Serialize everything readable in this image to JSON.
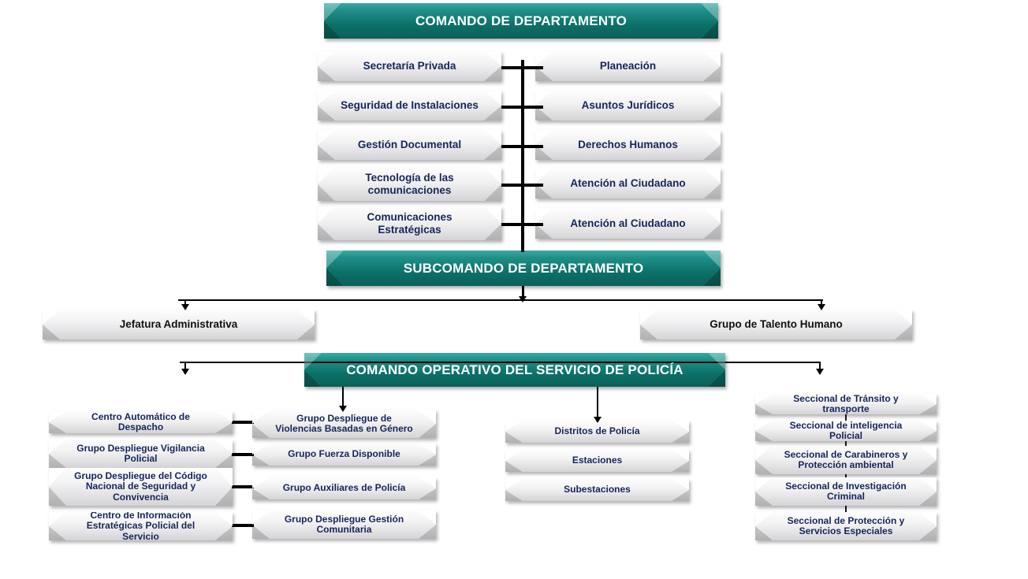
{
  "title": "Organigrama - Comando de Departamento",
  "palette": {
    "primary_teal": "#0c7068",
    "teal_light": "#3aa9a2",
    "box_text_navy": "#17255a",
    "box_text_black": "#111111",
    "connector": "#000000",
    "background": "#ffffff"
  },
  "top": {
    "command": "COMANDO DE DEPARTAMENTO",
    "subcommand": "SUBCOMANDO DE DEPARTAMENTO",
    "operative": "COMANDO OPERATIVO DEL SERVICIO DE POLICÍA"
  },
  "staff": {
    "left": [
      "Secretaría Privada",
      "Seguridad de Instalaciones",
      "Gestión Documental",
      "Tecnología de las comunicaciones",
      "Comunicaciones Estratégicas"
    ],
    "right": [
      "Planeación",
      "Asuntos Jurídicos",
      "Derechos Humanos",
      "Atención al Ciudadano",
      "Atención al Ciudadano"
    ]
  },
  "subcommand_units": [
    "Jefatura Administrativa",
    "Grupo de Talento Humano"
  ],
  "operative_columns": {
    "column_1": [
      "Centro Automático de Despacho",
      "Grupo Despliegue Vigilancia Policial",
      "Grupo Despliegue  del Código Nacional de Seguridad y Convivencia",
      "Centro de Información Estratégicas Policial del Servicio"
    ],
    "column_2": [
      "Grupo Despliegue de Violencias Basadas en Género",
      "Grupo Fuerza Disponible",
      "Grupo Auxiliares de Policía",
      "Grupo Despliegue Gestión Comunitaria"
    ],
    "column_3": [
      "Distritos de Policía",
      "Estaciones",
      "Subestaciones"
    ],
    "column_4": [
      "Seccional de Tránsito y transporte",
      "Seccional de inteligencia Policial",
      "Seccional de Carabineros y Protección ambiental",
      "Seccional de Investigación Criminal",
      "Seccional de Protección y Servicios Especiales"
    ]
  }
}
